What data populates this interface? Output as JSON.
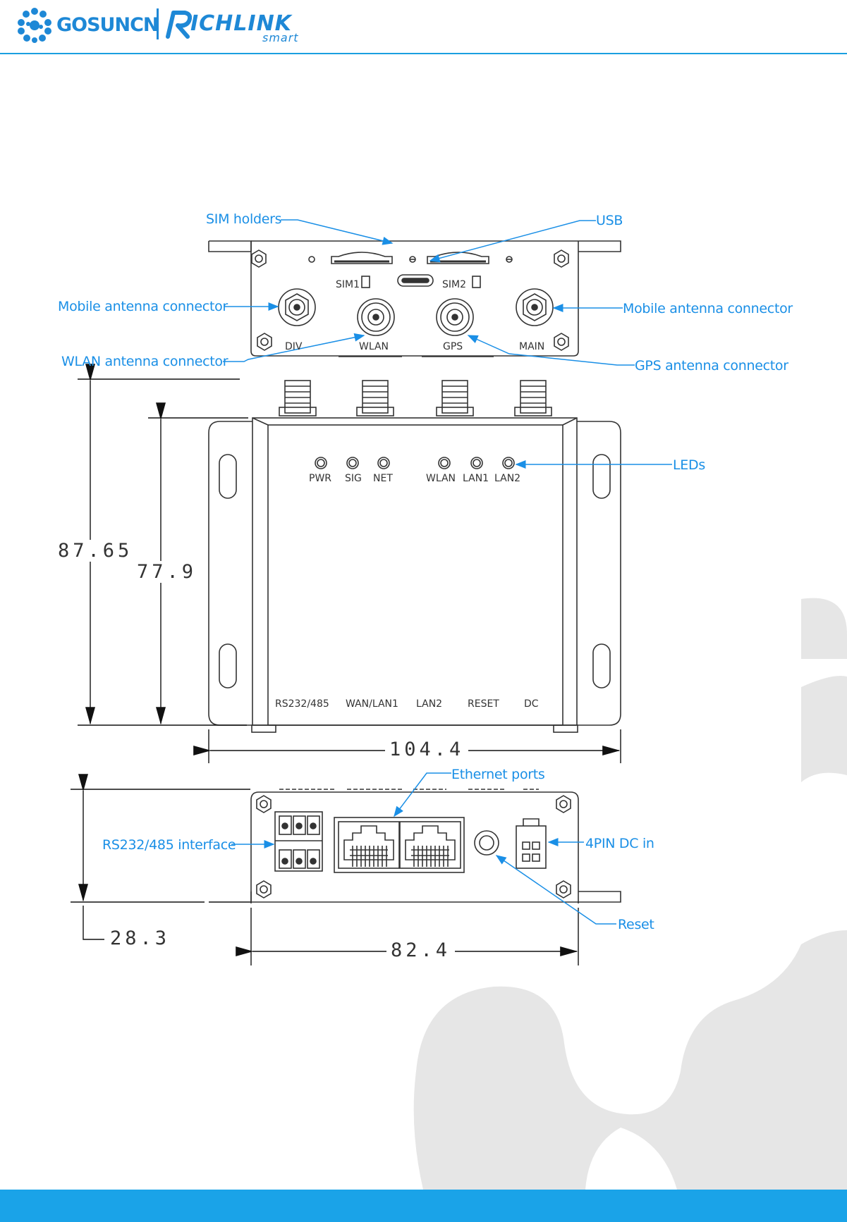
{
  "header": {
    "brand_primary": "GOSUNCN",
    "brand_secondary": "ICHLINK",
    "brand_tagline": "smart",
    "brand_color": "#1e88d6",
    "accent_color": "#1aa3e8"
  },
  "callouts": {
    "sim_holders": "SIM holders",
    "usb": "USB",
    "mobile_antenna_left": "Mobile antenna connector",
    "mobile_antenna_right": "Mobile antenna connector",
    "wlan_antenna": "WLAN antenna connector",
    "gps_antenna": "GPS antenna connector",
    "leds": "LEDs",
    "ethernet_ports": "Ethernet ports",
    "rs232_interface": "RS232/485 interface",
    "dc_in": "4PIN DC in",
    "reset": "Reset"
  },
  "top_panel_labels": {
    "sim1": "SIM1",
    "sim2": "SIM2",
    "div": "DIV",
    "wlan": "WLAN",
    "gps": "GPS",
    "main": "MAIN"
  },
  "led_labels": [
    "PWR",
    "SIG",
    "NET",
    "WLAN",
    "LAN1",
    "LAN2"
  ],
  "bottom_labels": {
    "rs232": "RS232/485",
    "wan_lan1": "WAN/LAN1",
    "lan2": "LAN2",
    "reset": "RESET",
    "dc": "DC"
  },
  "dimensions": {
    "overall_height": "87.65",
    "body_height": "77.9",
    "overall_width": "104.4",
    "side_height": "28.3",
    "side_width": "82.4"
  },
  "colors": {
    "callout_text": "#1a8fe6",
    "watermark": "#e6e6e6",
    "line_art": "#333333"
  }
}
